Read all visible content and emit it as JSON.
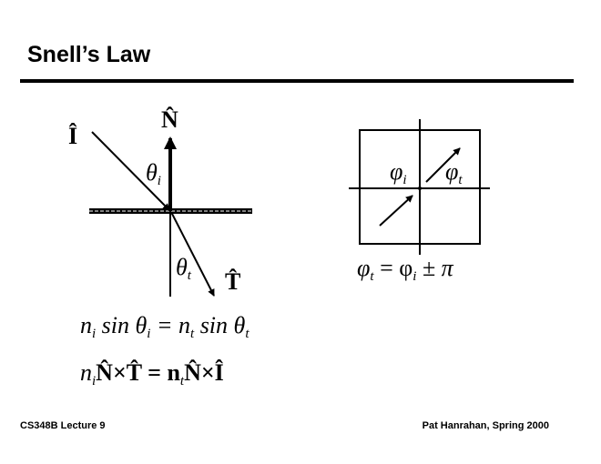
{
  "slide": {
    "title": "Snell’s Law",
    "footer_left": "CS348B Lecture 9",
    "footer_right": "Pat Hanrahan, Spring 2000"
  },
  "diagram_left": {
    "incident_label": "Î",
    "normal_label": "N̂",
    "transmitted_label": "T̂",
    "theta_i": "θ",
    "theta_i_sub": "i",
    "theta_t": "θ",
    "theta_t_sub": "t"
  },
  "diagram_right": {
    "phi_i": "φ",
    "phi_i_sub": "i",
    "phi_t": "φ",
    "phi_t_sub": "t",
    "equation": {
      "lhs": "φ",
      "lhs_sub": "t",
      "eq": " = φ",
      "mid_sub": "i",
      "rhs": " ± π"
    }
  },
  "equations": [
    {
      "text": "n",
      "s1": "i",
      "t2": " sin θ",
      "s2": "i",
      "t3": " = n",
      "s3": "t",
      "t4": " sin θ",
      "s4": "t"
    },
    {
      "text": "n",
      "s1": "i",
      "t2": "N̂×T̂ = n",
      "s2": "t",
      "t3": "N̂×Î"
    }
  ]
}
